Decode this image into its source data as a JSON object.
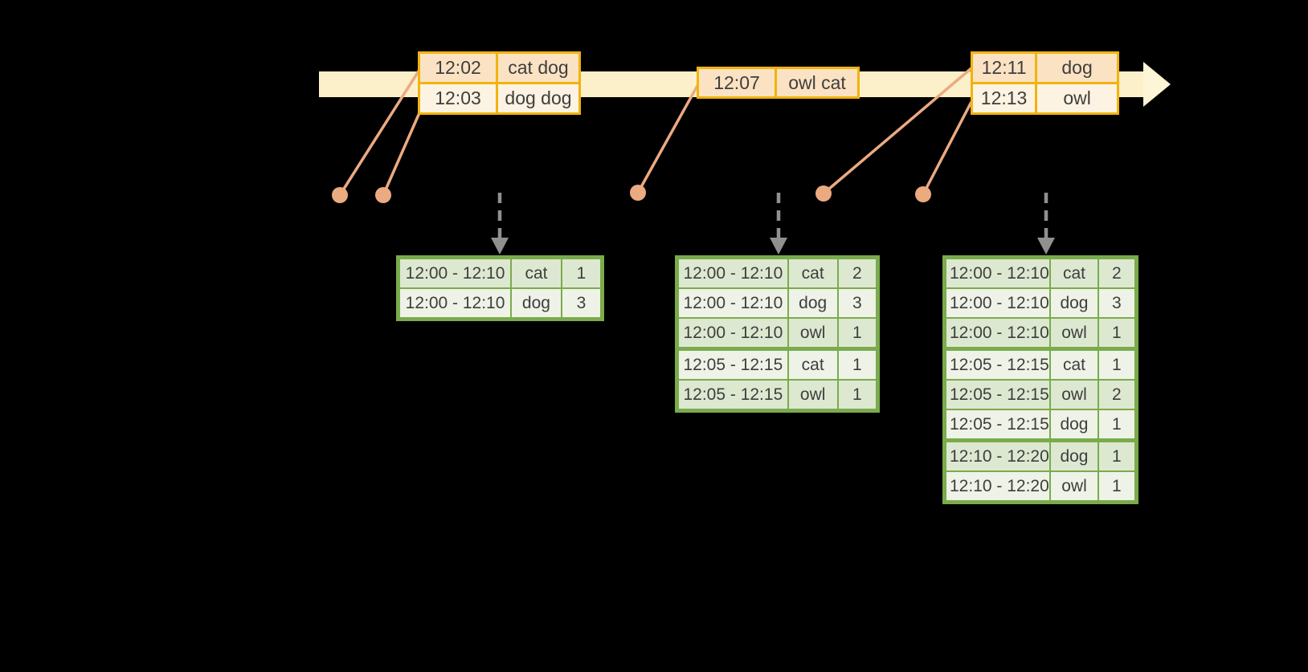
{
  "diagram": {
    "background": "#000000",
    "colors": {
      "timeline_fill": "#fbf0ca",
      "timeline_arrowhead": "#fdf5d5",
      "event_table_border": "#f1b30e",
      "event_row_peach": "#fbe2c3",
      "event_row_cream": "#fdf3e2",
      "event_marker": "#ecaa81",
      "trigger_arrow": "#909090",
      "result_table_border": "#7aab4c",
      "result_row_dark": "#dde8d1",
      "result_row_light": "#eef2e7",
      "text": "#3e3e3e"
    }
  },
  "event_tables": [
    {
      "rows": [
        {
          "time": "12:02",
          "words": "cat dog"
        },
        {
          "time": "12:03",
          "words": "dog dog"
        }
      ]
    },
    {
      "rows": [
        {
          "time": "12:07",
          "words": "owl cat"
        }
      ]
    },
    {
      "rows": [
        {
          "time": "12:11",
          "words": "dog"
        },
        {
          "time": "12:13",
          "words": "owl"
        }
      ]
    }
  ],
  "result_tables": [
    {
      "rows": [
        {
          "window": "12:00 - 12:10",
          "word": "cat",
          "count": "1"
        },
        {
          "window": "12:00 - 12:10",
          "word": "dog",
          "count": "3"
        }
      ]
    },
    {
      "rows": [
        {
          "window": "12:00 - 12:10",
          "word": "cat",
          "count": "2"
        },
        {
          "window": "12:00 - 12:10",
          "word": "dog",
          "count": "3"
        },
        {
          "window": "12:00 - 12:10",
          "word": "owl",
          "count": "1"
        },
        {
          "window": "12:05 - 12:15",
          "word": "cat",
          "count": "1"
        },
        {
          "window": "12:05 - 12:15",
          "word": "owl",
          "count": "1"
        }
      ]
    },
    {
      "rows": [
        {
          "window": "12:00 - 12:10",
          "word": "cat",
          "count": "2"
        },
        {
          "window": "12:00 - 12:10",
          "word": "dog",
          "count": "3"
        },
        {
          "window": "12:00 - 12:10",
          "word": "owl",
          "count": "1"
        },
        {
          "window": "12:05 - 12:15",
          "word": "cat",
          "count": "1"
        },
        {
          "window": "12:05 - 12:15",
          "word": "owl",
          "count": "2"
        },
        {
          "window": "12:05 - 12:15",
          "word": "dog",
          "count": "1"
        },
        {
          "window": "12:10 - 12:20",
          "word": "dog",
          "count": "1"
        },
        {
          "window": "12:10 - 12:20",
          "word": "owl",
          "count": "1"
        }
      ]
    }
  ]
}
